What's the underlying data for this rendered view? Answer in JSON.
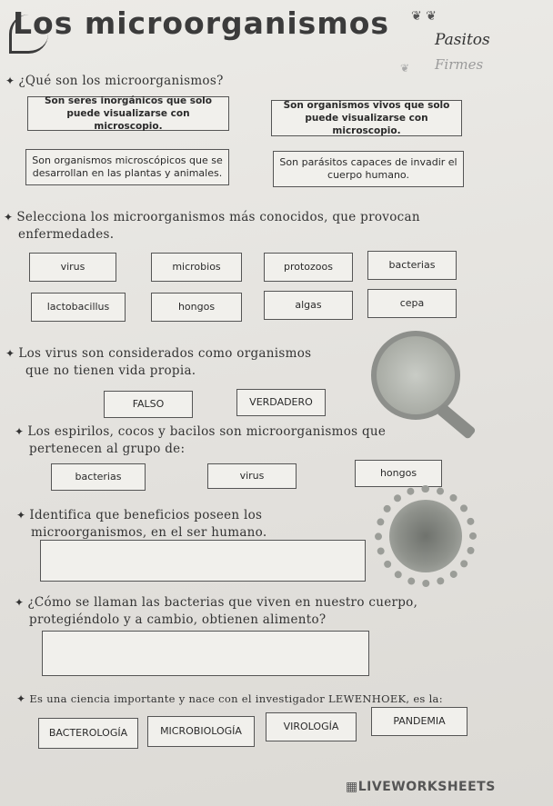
{
  "header": {
    "title": "Los microorganismos",
    "brand_line1": "Pasitos",
    "brand_line2": "Firmes"
  },
  "questions": [
    {
      "text": "¿Qué son los microorganismos?",
      "options": [
        "Son seres inorgánicos que solo puede visualizarse con microscopio.",
        "Son organismos vivos que solo puede visualizarse con microscopio.",
        "Son organismos microscópicos que se desarrollan en las plantas y animales.",
        "Son parásitos capaces de invadir el cuerpo humano."
      ]
    },
    {
      "text_line1": "Selecciona los microorganismos más conocidos, que provocan",
      "text_line2": "enfermedades.",
      "options": [
        "virus",
        "microbios",
        "protozoos",
        "bacterias",
        "lactobacillus",
        "hongos",
        "algas",
        "cepa"
      ]
    },
    {
      "text_line1": "Los virus son considerados como organismos",
      "text_line2": "que no tienen vida propia.",
      "options": [
        "FALSO",
        "VERDADERO"
      ]
    },
    {
      "text_line1": "Los espirilos, cocos y bacilos son microorganismos que",
      "text_line2": "pertenecen al grupo de:",
      "options": [
        "bacterias",
        "virus",
        "hongos"
      ]
    },
    {
      "text_line1": "Identifica que beneficios poseen los",
      "text_line2": "microorganismos, en el ser humano."
    },
    {
      "text_line1": "¿Cómo se llaman las bacterias que viven en nuestro cuerpo,",
      "text_line2": "protegiéndolo y a cambio, obtienen alimento?"
    },
    {
      "text": "Es una ciencia importante y nace con el investigador LEWENHOEK, es la:",
      "options": [
        "BACTEROLOGÍA",
        "MICROBIOLOGÍA",
        "VIROLOGÍA",
        "PANDEMIA"
      ]
    }
  ],
  "footer": {
    "logo_text": "LIVEWORKSHEETS"
  }
}
